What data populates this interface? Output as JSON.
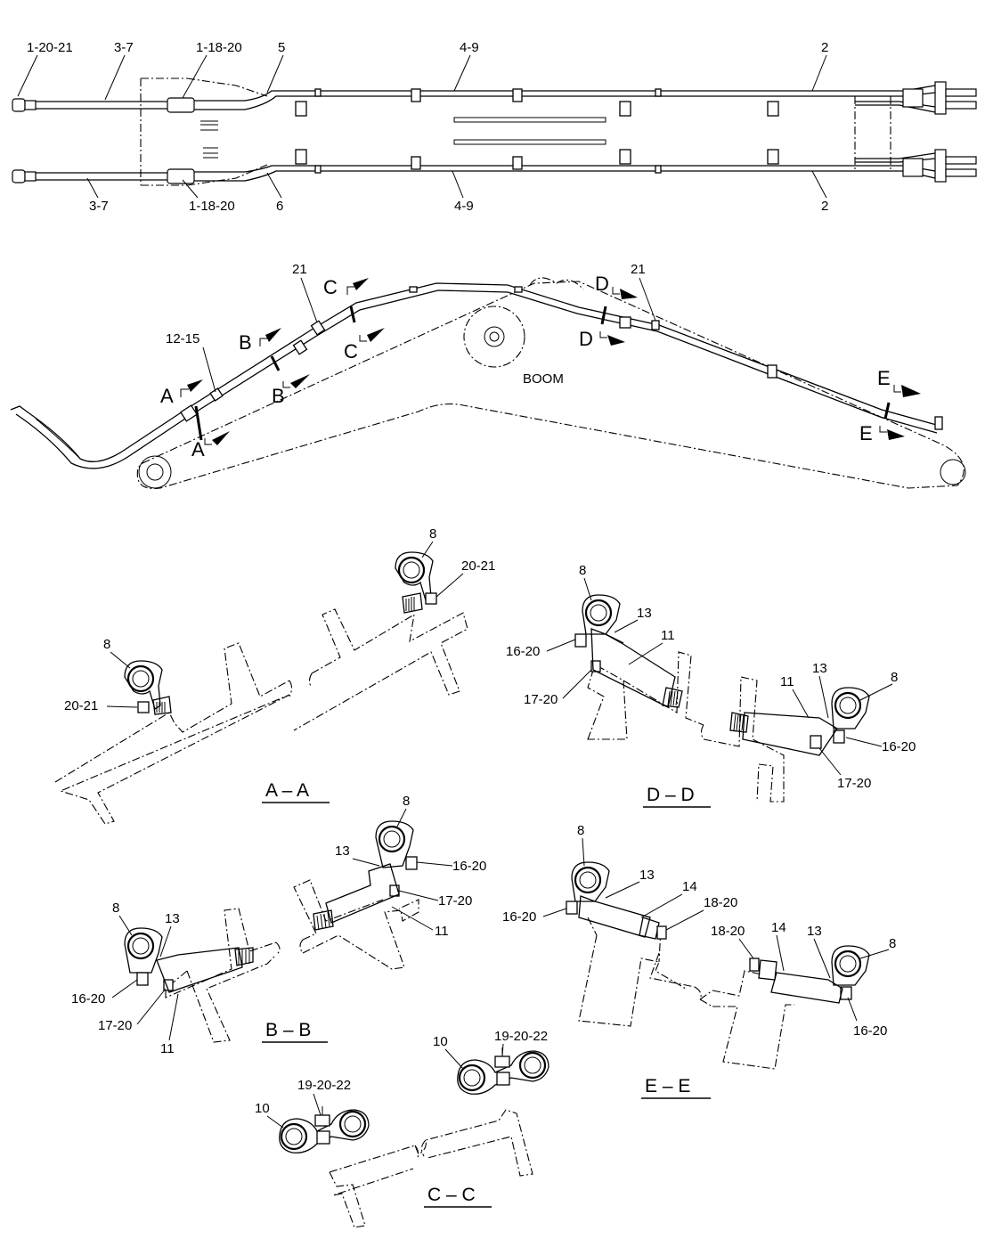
{
  "top_view": {
    "upper_labels": [
      "1-20-21",
      "3-7",
      "1-18-20",
      "5",
      "4-9",
      "2"
    ],
    "lower_labels": [
      "3-7",
      "1-18-20",
      "6",
      "4-9",
      "2"
    ]
  },
  "side_view": {
    "boom_label": "BOOM",
    "part_labels": [
      "21",
      "12-15",
      "21"
    ],
    "section_markers": [
      "A",
      "A",
      "B",
      "B",
      "C",
      "C",
      "D",
      "D",
      "E",
      "E"
    ]
  },
  "sections": {
    "aa": {
      "title": "A – A",
      "labels": [
        "8",
        "20-21",
        "8",
        "20-21"
      ]
    },
    "dd": {
      "title": "D – D",
      "labels": [
        "8",
        "13",
        "11",
        "16-20",
        "17-20",
        "13",
        "11",
        "8",
        "16-20",
        "17-20"
      ]
    },
    "bb": {
      "title": "B – B",
      "labels": [
        "8",
        "13",
        "16-20",
        "17-20",
        "11",
        "8",
        "13",
        "16-20",
        "17-20",
        "11"
      ]
    },
    "ee": {
      "title": "E – E",
      "labels": [
        "8",
        "13",
        "14",
        "18-20",
        "16-20",
        "18-20",
        "14",
        "13",
        "8",
        "16-20"
      ]
    },
    "cc": {
      "title": "C – C",
      "labels": [
        "10",
        "19-20-22",
        "10",
        "19-20-22"
      ]
    }
  }
}
